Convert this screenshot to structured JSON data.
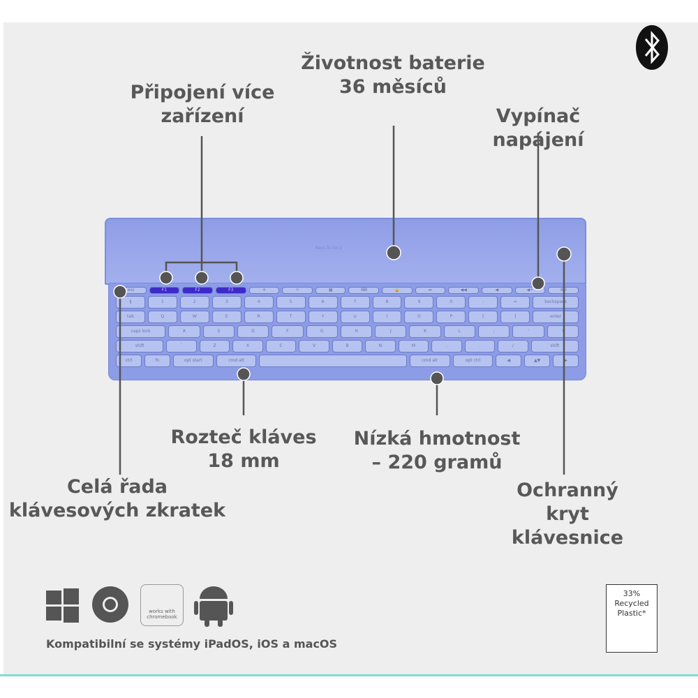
{
  "labels": {
    "multi_device": "Připojení více\nzařízení",
    "battery": "Životnost baterie\n36 měsíců",
    "power": "Vypínač napájení",
    "cover": "Ochranný kryt\nklávesnice",
    "shortcuts": "Celá řada\nklávesových zkratek",
    "pitch": "Rozteč kláves\n18 mm",
    "weight": "Nízká hmotnost\n– 220 gramů"
  },
  "lid_text": "Keys-To-Go 2",
  "keyboard_rows": [
    [
      "esc",
      "F1",
      "F2",
      "F3",
      "☀",
      "☼",
      "▦",
      "⌨",
      "🔒",
      "⏯",
      "◀◀",
      "◀",
      "◀+",
      "del"
    ],
    [
      "§",
      "1",
      "2",
      "3",
      "4",
      "5",
      "6",
      "7",
      "8",
      "9",
      "0",
      "-",
      "=",
      "backspace"
    ],
    [
      "tab",
      "Q",
      "W",
      "E",
      "R",
      "T",
      "Y",
      "U",
      "I",
      "O",
      "P",
      "[",
      "]",
      "enter"
    ],
    [
      "caps lock",
      "A",
      "S",
      "D",
      "F",
      "G",
      "H",
      "J",
      "K",
      "L",
      ";",
      "'",
      "\\"
    ],
    [
      "shift",
      "`",
      "Z",
      "X",
      "C",
      "V",
      "B",
      "N",
      "M",
      ",",
      ".",
      "/",
      "shift"
    ],
    [
      "ctrl",
      "fn",
      "opt start",
      "cmd alt",
      "",
      "cmd alt",
      "opt ctrl",
      "◀",
      "▲▼",
      "▶"
    ]
  ],
  "footer": {
    "compat": "Kompatibilní se systémy iPadOS, iOS a macOS",
    "chromebook": "works with\nchromebook"
  },
  "badge": {
    "text": "33%\nRecycled\nPlastic*"
  },
  "colors": {
    "accent_keys": "#3d2bc9",
    "keyboard": "#8d9ce6",
    "callout": "#555555",
    "teal": "#7fdcd4"
  }
}
